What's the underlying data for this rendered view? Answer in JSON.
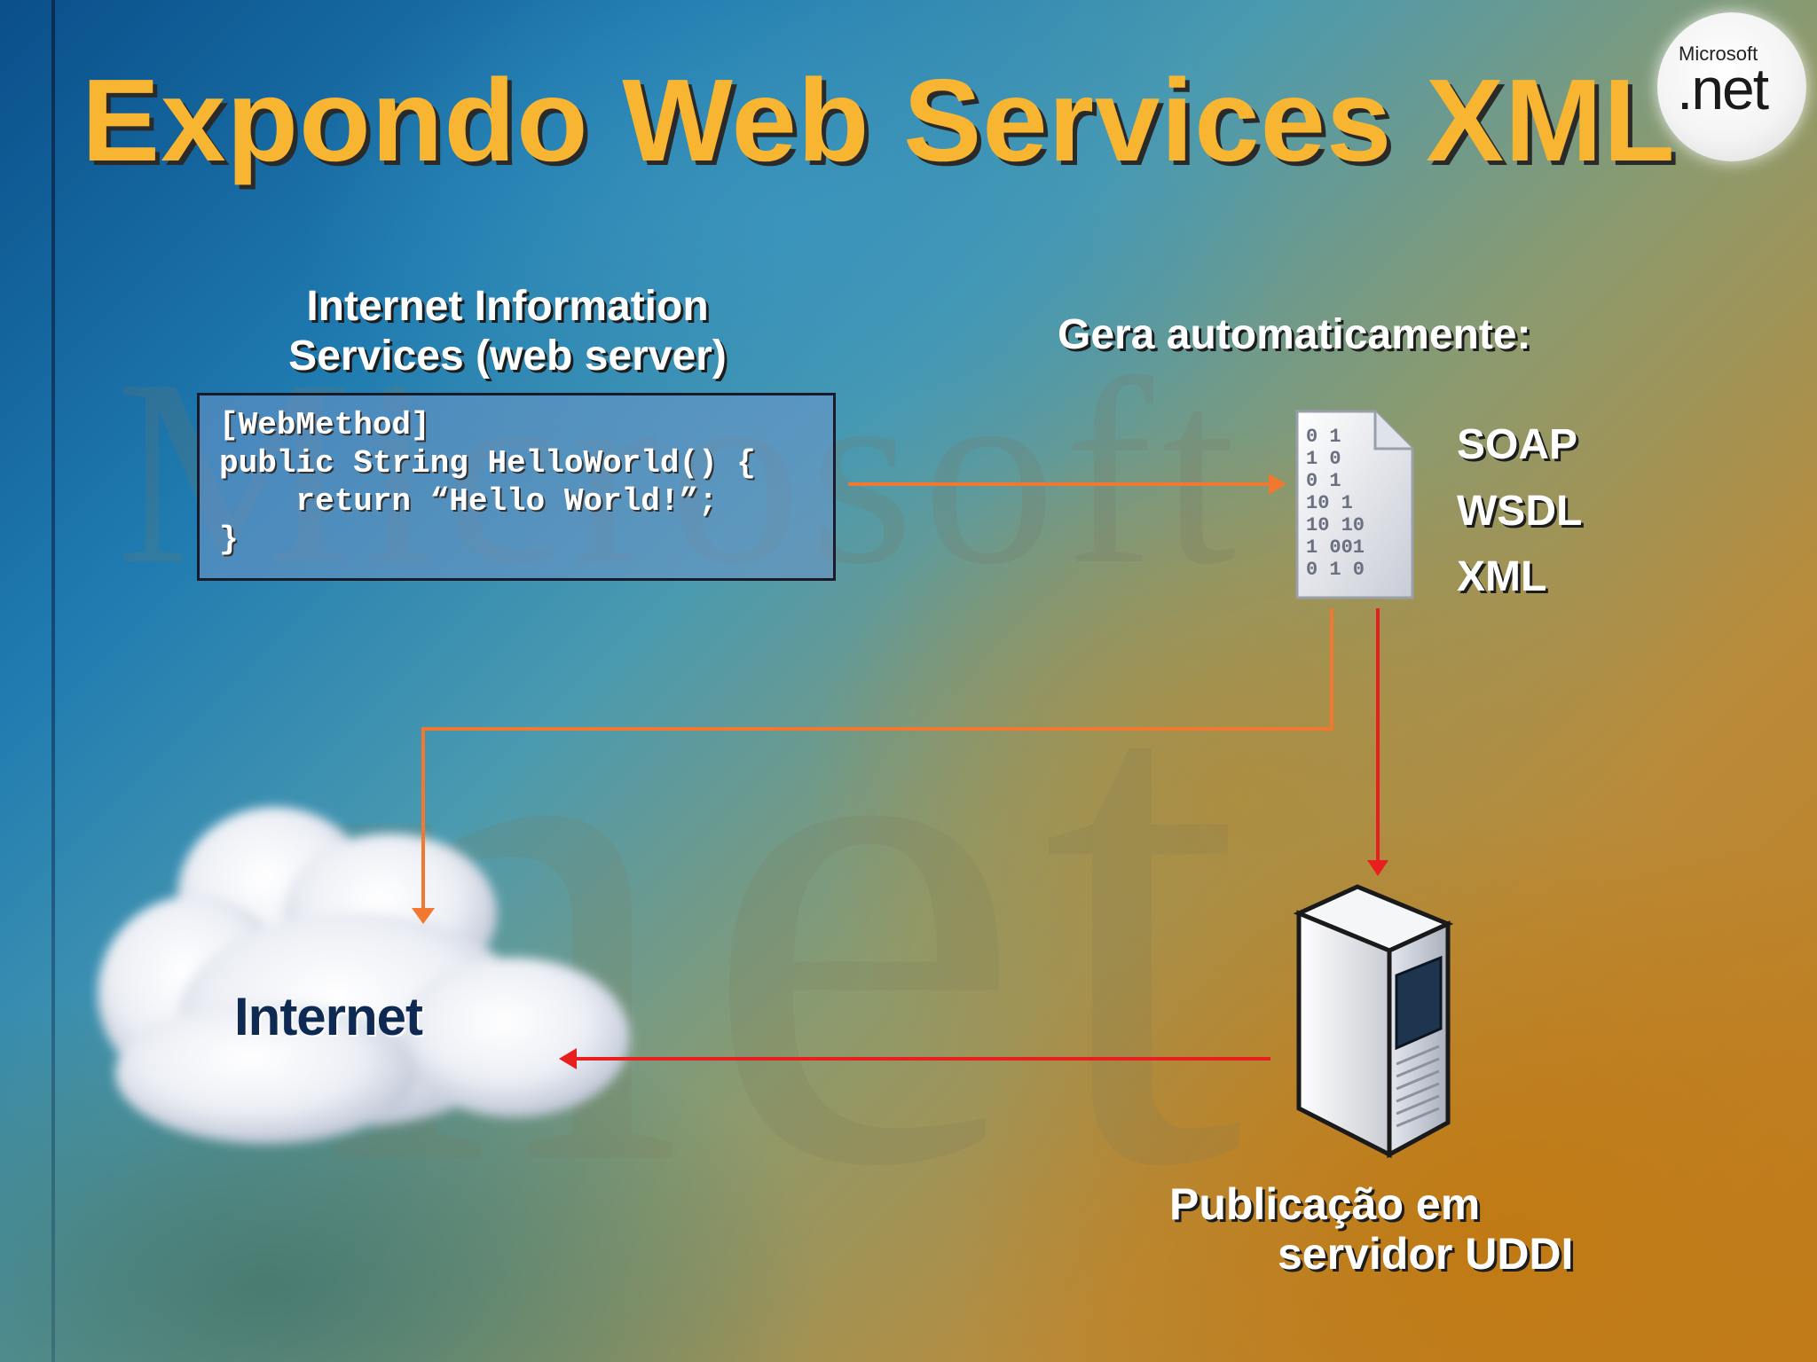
{
  "slide": {
    "title": "Expondo Web Services XML",
    "logo": {
      "top_text": "Microsoft",
      "main_text": ".net"
    }
  },
  "web_server": {
    "label_line1": "Internet Information",
    "label_line2": "Services (web server)",
    "code_lines": [
      "[WebMethod]",
      "public String HelloWorld() {",
      "    return “Hello World!”;",
      "}"
    ]
  },
  "generated": {
    "heading": "Gera automaticamente:",
    "doc_bits": [
      "0 1",
      "1 0",
      "0   1",
      "10  1",
      "10  10",
      " 1 001",
      " 0 1  0"
    ],
    "formats": [
      "SOAP",
      "WSDL",
      "XML"
    ]
  },
  "cloud": {
    "label": "Internet"
  },
  "uddi": {
    "label_line1": "Publicação em",
    "label_line2": "servidor UDDI"
  },
  "colors": {
    "title": "#f7b531",
    "orange_arrow": "#f07830",
    "red_arrow": "#e81f1f",
    "internet_text": "#0f2a52"
  }
}
